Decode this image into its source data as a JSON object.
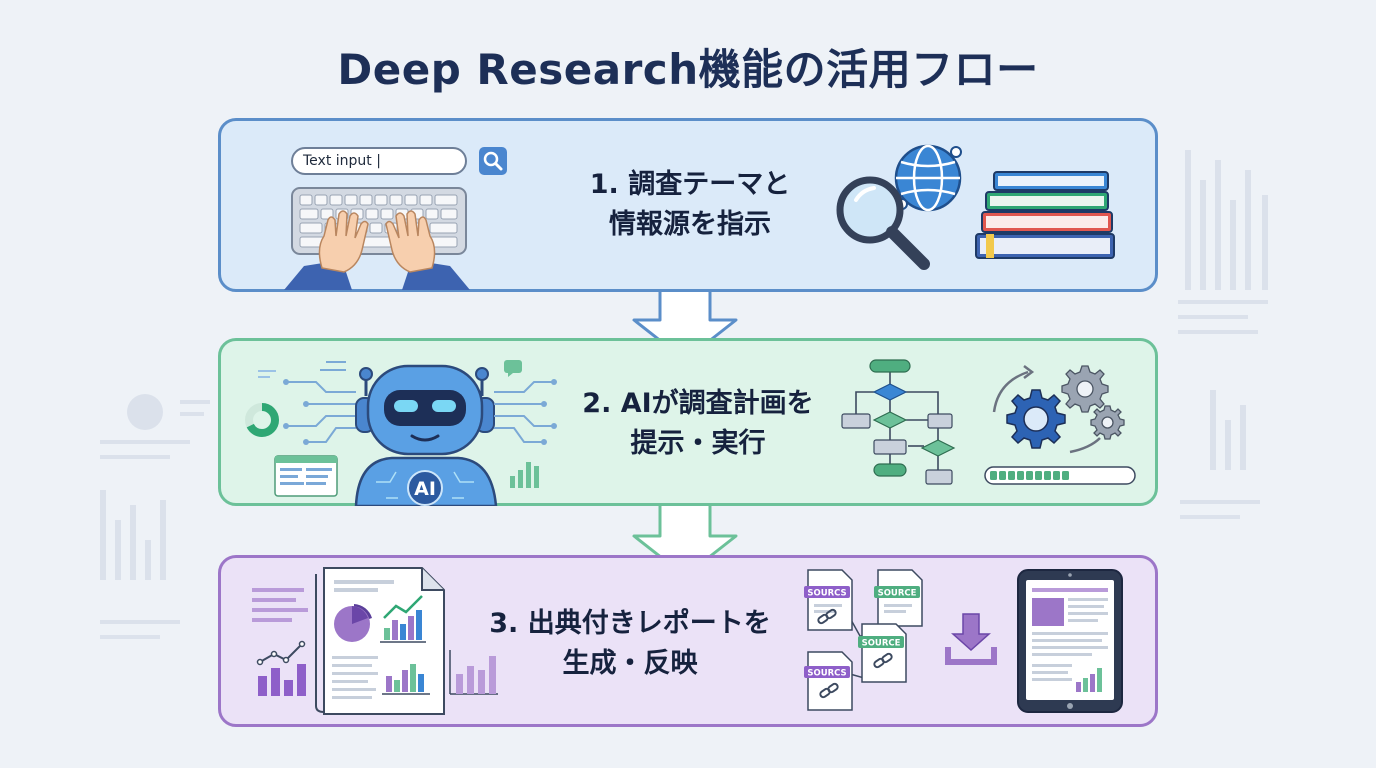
{
  "title": "Deep Research機能の活用フロー",
  "steps": [
    {
      "line1": "1. 調査テーマと",
      "line2": "情報源を指示",
      "color": "#5b8ec9",
      "fill": "#dbeaf9"
    },
    {
      "line1": "2. AIが調査計画を",
      "line2": "提示・実行",
      "color": "#6cc199",
      "fill": "#def4e9"
    },
    {
      "line1": "3. 出典付きレポートを",
      "line2": "生成・反映",
      "color": "#9c76c8",
      "fill": "#ebe2f7"
    }
  ],
  "illustrations": {
    "search_placeholder": "Text input |",
    "robot_badge": "AI",
    "source_label": "SOURCE",
    "source_label_alt": "SOURCS",
    "icons": [
      "keyboard-icon",
      "hands-icon",
      "search-icon",
      "magnifier-icon",
      "globe-icon",
      "books-icon",
      "robot-icon",
      "donut-chart-icon",
      "flowchart-icon",
      "gears-icon",
      "progress-bar-icon",
      "report-document-icon",
      "bar-chart-icon",
      "source-document-icon",
      "link-icon",
      "download-icon",
      "tablet-icon"
    ]
  }
}
